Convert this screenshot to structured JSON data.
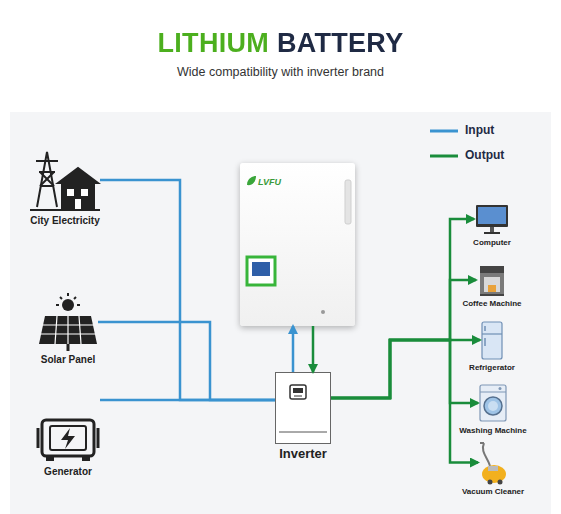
{
  "diagram": {
    "title": "LITHIUM BATTERY",
    "nodes": [
      {
        "text": [
          "City Electricity"
        ]
      },
      {
        "text": [
          "Solar Panel"
        ]
      },
      {
        "text": [
          "Generator"
        ]
      },
      {
        "text": [
          "LVFU"
        ]
      },
      {
        "text": [
          "Inverter"
        ]
      },
      {
        "text": [
          "Computer"
        ]
      },
      {
        "text": [
          "Coffee Machine"
        ]
      },
      {
        "text": [
          "Refrigerator"
        ]
      },
      {
        "text": [
          "Washing Machine"
        ]
      },
      {
        "text": [
          "Vacuum Cleaner"
        ]
      }
    ],
    "edges": [
      {
        "from": 0,
        "to": 4,
        "arrow": "none"
      },
      {
        "from": 1,
        "to": 4,
        "arrow": "none"
      },
      {
        "from": 2,
        "to": 4,
        "arrow": "none"
      },
      {
        "from": 4,
        "to": 3,
        "arrow": "to"
      },
      {
        "from": 3,
        "to": 4,
        "arrow": "to"
      },
      {
        "from": 4,
        "to": 5,
        "arrow": "to"
      },
      {
        "from": 4,
        "to": 6,
        "arrow": "to"
      },
      {
        "from": 4,
        "to": 7,
        "arrow": "to"
      },
      {
        "from": 4,
        "to": 8,
        "arrow": "to"
      },
      {
        "from": 4,
        "to": 9,
        "arrow": "to"
      }
    ],
    "labels": [
      "Wide compatibility with inverter brand"
    ],
    "legend": [
      {
        "text": "Input"
      },
      {
        "text": "Output"
      }
    ]
  }
}
